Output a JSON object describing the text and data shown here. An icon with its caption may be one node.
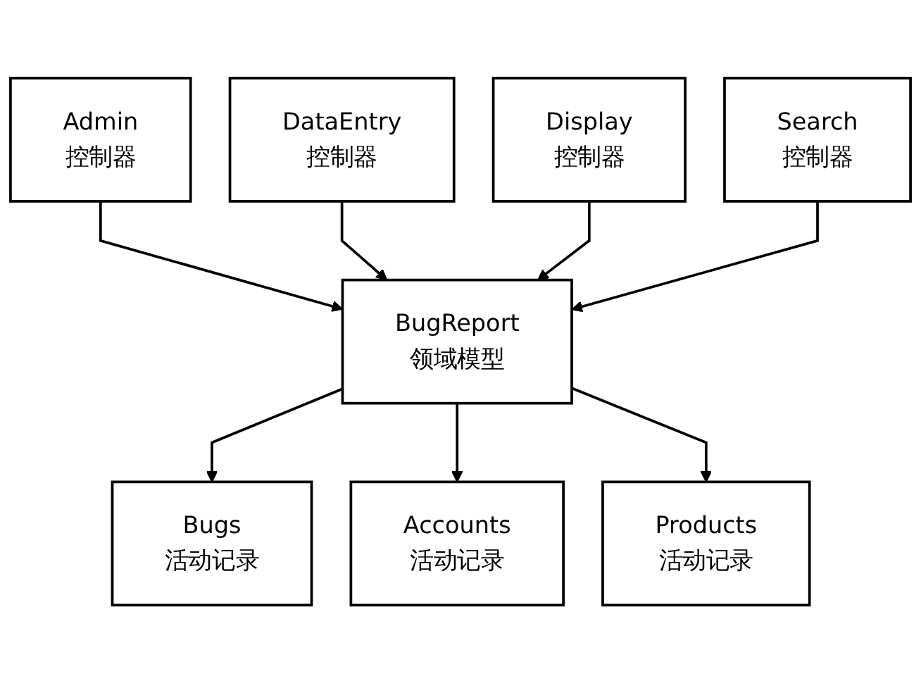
{
  "diagram": {
    "nodes": [
      {
        "text": [
          "Admin",
          "控制器"
        ]
      },
      {
        "text": [
          "DataEntry",
          "控制器"
        ]
      },
      {
        "text": [
          "Display",
          "控制器"
        ]
      },
      {
        "text": [
          "Search",
          "控制器"
        ]
      },
      {
        "text": [
          "BugReport",
          "领域模型"
        ]
      },
      {
        "text": [
          "Bugs",
          "活动记录"
        ]
      },
      {
        "text": [
          "Accounts",
          "活动记录"
        ]
      },
      {
        "text": [
          "Products",
          "活动记录"
        ]
      }
    ],
    "edges": [
      {
        "from": 0,
        "to": 4,
        "arrow": "to"
      },
      {
        "from": 1,
        "to": 4,
        "arrow": "to"
      },
      {
        "from": 2,
        "to": 4,
        "arrow": "to"
      },
      {
        "from": 3,
        "to": 4,
        "arrow": "to"
      },
      {
        "from": 4,
        "to": 5,
        "arrow": "to"
      },
      {
        "from": 4,
        "to": 6,
        "arrow": "to"
      },
      {
        "from": 4,
        "to": 7,
        "arrow": "to"
      }
    ]
  }
}
